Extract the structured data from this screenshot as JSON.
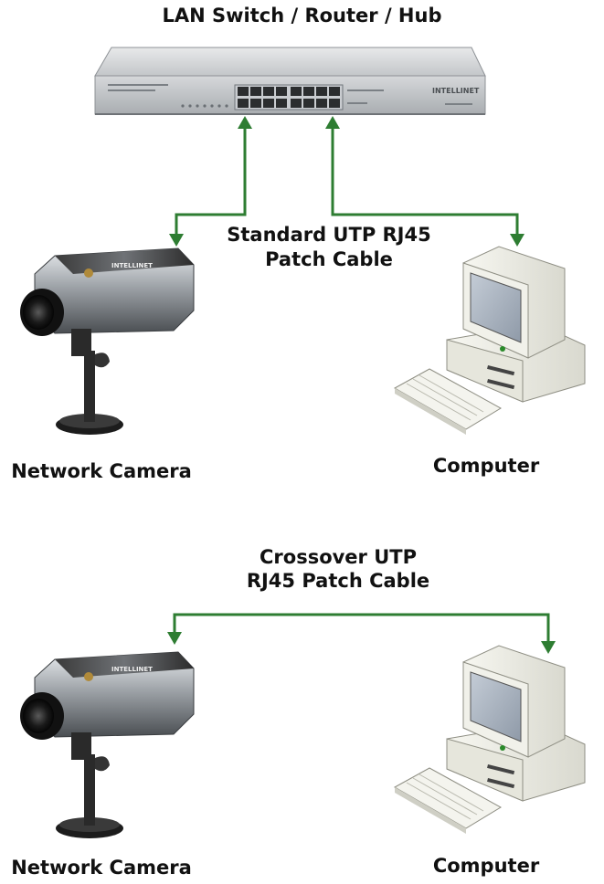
{
  "diagram": {
    "switch_label": "LAN Switch / Router / Hub",
    "switch_brand": "INTELLINET",
    "camera_brand": "INTELLINET",
    "top_section": {
      "cable_label_line1": "Standard UTP RJ45",
      "cable_label_line2": "Patch Cable",
      "camera_label": "Network Camera",
      "computer_label": "Computer"
    },
    "bottom_section": {
      "cable_label_line1": "Crossover UTP",
      "cable_label_line2": "RJ45 Patch Cable",
      "camera_label": "Network Camera",
      "computer_label": "Computer"
    },
    "colors": {
      "cable": "#2e7d32",
      "text": "#111111",
      "device_silver": "#b9bcbf",
      "device_dark": "#2a2a2a",
      "computer_beige": "#eeeee6"
    }
  }
}
